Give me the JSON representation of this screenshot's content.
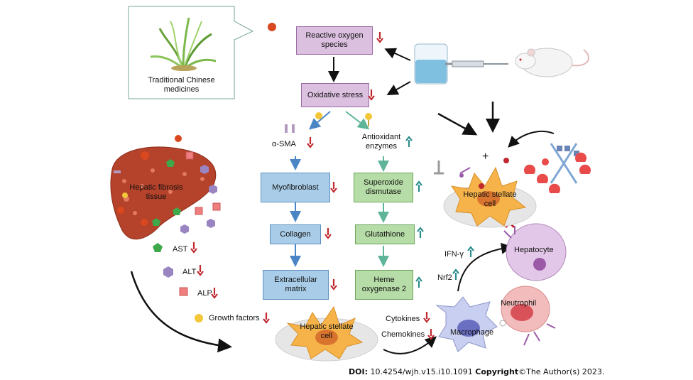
{
  "tcm": {
    "label": "Traditional Chinese medicines"
  },
  "top_flow": {
    "ros": "Reactive oxygen species",
    "oxidative_stress": "Oxidative stress"
  },
  "blue_branch": {
    "alpha_sma": "α-SMA",
    "myofibroblast": "Myofibroblast",
    "collagen": "Collagen",
    "ecm": "Extracellular matrix"
  },
  "green_branch": {
    "antioxidant": "Antioxidant enzymes",
    "sod": "Superoxide dismutase",
    "glutathione": "Glutathione",
    "ho2": "Heme oxygenase 2"
  },
  "liver": {
    "label": "Hepatic fibrosis tissue",
    "markers": [
      {
        "name": "AST",
        "symbol": "pentagon",
        "direction": "down"
      },
      {
        "name": "ALT",
        "symbol": "hexagon",
        "direction": "down"
      },
      {
        "name": "ALP",
        "symbol": "square",
        "direction": "down"
      },
      {
        "name": "Growth factors",
        "symbol": "circle",
        "direction": "down"
      }
    ]
  },
  "cells": {
    "hsc_bottom": "Hepatic stellate cell",
    "hsc_right": "Hepatic stellate cell",
    "hepatocyte": "Hepatocyte",
    "neutrophil": "Neutrophil",
    "macrophage": "Macrophage"
  },
  "signals": {
    "cytokines": "Cytokines",
    "chemokines": "Chemokines",
    "ifn": "IFN-γ",
    "nrf2": "Nrf2",
    "plus": "+"
  },
  "footer": {
    "doi_label": "DOI:",
    "doi_value": "10.4254/wjh.v15.i10.1091",
    "copyright_label": "Copyright",
    "copyright_text": "©The Author(s) 2023."
  },
  "colors": {
    "up_arrow": "#2a8c8c",
    "down_arrow": "#c0282d",
    "purple_box": "#dcc0e0",
    "blue_box": "#a9cde9",
    "green_box": "#b6dca7"
  }
}
